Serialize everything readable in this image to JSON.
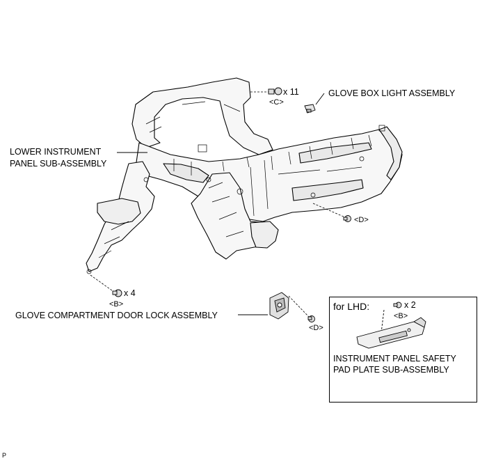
{
  "labels": {
    "glove_box_light": "GLOVE BOX LIGHT ASSEMBLY",
    "lower_panel_line1": "LOWER INSTRUMENT",
    "lower_panel_line2": "PANEL SUB-ASSEMBLY",
    "glove_door_lock": "GLOVE COMPARTMENT DOOR LOCK ASSEMBLY",
    "pad_plate_line1": "INSTRUMENT PANEL SAFETY",
    "pad_plate_line2": "PAD PLATE SUB-ASSEMBLY",
    "for_lhd": "for LHD:",
    "corner_mark": "P"
  },
  "fasteners": {
    "c_qty": "x 11",
    "c_code": "<C>",
    "d_code_right": "<D>",
    "b_qty": "x 4",
    "b_code": "<B>",
    "d_code_lower": "<D>",
    "lhd_b_qty": "x 2",
    "lhd_b_code": "<B>"
  }
}
